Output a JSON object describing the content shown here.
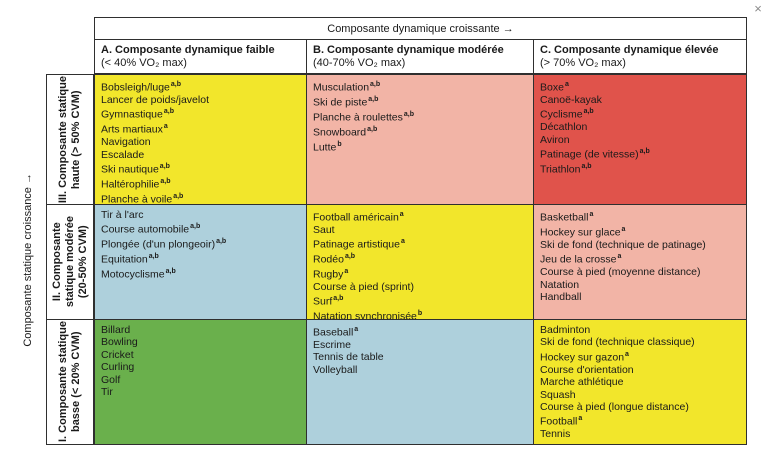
{
  "close_symbol": "×",
  "top_header": "Composante dynamique croissante →",
  "side_header": "Composante statique croissance →",
  "columns": [
    {
      "title": "A. Composante dynamique faible",
      "sub": "(< 40% VO₂ max)"
    },
    {
      "title": "B. Composante dynamique modérée",
      "sub": "(40-70% VO₂ max)"
    },
    {
      "title": "C. Composante dynamique élevée",
      "sub": "(> 70% VO₂ max)"
    }
  ],
  "rows": [
    {
      "title": "III. Composante statique",
      "sub": "haute (> 50% CVM)"
    },
    {
      "title": "II. Composante",
      "sub": "statique modérée",
      "sub2": "(20-50% CVM)"
    },
    {
      "title": "I. Composante statique",
      "sub": "basse (< 20% CVM)"
    }
  ],
  "colors": {
    "yellow": "#f2e62b",
    "pink": "#f2b4a6",
    "red": "#e0534b",
    "blue": "#aed0dc",
    "green": "#6ab04c"
  },
  "cells": {
    "r3a": [
      {
        "name": "Bobsleigh/luge",
        "sup": "a,b"
      },
      {
        "name": "Lancer de poids/javelot",
        "sup": ""
      },
      {
        "name": "Gymnastique",
        "sup": "a,b"
      },
      {
        "name": "Arts martiaux",
        "sup": "a"
      },
      {
        "name": "Navigation",
        "sup": ""
      },
      {
        "name": "Escalade",
        "sup": ""
      },
      {
        "name": "Ski nautique",
        "sup": "a,b"
      },
      {
        "name": "Haltérophilie",
        "sup": "a,b"
      },
      {
        "name": "Planche à voile",
        "sup": "a,b"
      }
    ],
    "r3b": [
      {
        "name": "Musculation",
        "sup": "a,b"
      },
      {
        "name": "Ski de piste",
        "sup": "a,b"
      },
      {
        "name": "Planche à roulettes",
        "sup": "a,b"
      },
      {
        "name": "Snowboard",
        "sup": "a,b"
      },
      {
        "name": "Lutte",
        "sup": "b"
      }
    ],
    "r3c": [
      {
        "name": "Boxe",
        "sup": "a"
      },
      {
        "name": "Canoë-kayak",
        "sup": ""
      },
      {
        "name": "Cyclisme",
        "sup": "a,b"
      },
      {
        "name": "Décathlon",
        "sup": ""
      },
      {
        "name": "Aviron",
        "sup": ""
      },
      {
        "name": "Patinage (de vitesse)",
        "sup": "a,b"
      },
      {
        "name": "Triathlon",
        "sup": "a,b"
      }
    ],
    "r2a": [
      {
        "name": "Tir à l'arc",
        "sup": ""
      },
      {
        "name": "Course automobile",
        "sup": "a,b"
      },
      {
        "name": "Plongée (d'un plongeoir)",
        "sup": "a,b"
      },
      {
        "name": "Equitation",
        "sup": "a,b"
      },
      {
        "name": "Motocyclisme",
        "sup": "a,b"
      }
    ],
    "r2b": [
      {
        "name": "Football américain",
        "sup": "a"
      },
      {
        "name": "Saut",
        "sup": ""
      },
      {
        "name": "Patinage artistique",
        "sup": "a"
      },
      {
        "name": "Rodéo",
        "sup": "a,b"
      },
      {
        "name": "Rugby",
        "sup": "a"
      },
      {
        "name": "Course à pied (sprint)",
        "sup": ""
      },
      {
        "name": "Surf",
        "sup": "a,b"
      },
      {
        "name": "Natation synchronisée",
        "sup": "b"
      }
    ],
    "r2c": [
      {
        "name": "Basketball",
        "sup": "a"
      },
      {
        "name": "Hockey sur glace",
        "sup": "a"
      },
      {
        "name": "Ski de fond (technique de patinage)",
        "sup": ""
      },
      {
        "name": "Jeu de la crosse",
        "sup": "a"
      },
      {
        "name": "Course à pied (moyenne distance)",
        "sup": ""
      },
      {
        "name": "Natation",
        "sup": ""
      },
      {
        "name": "Handball",
        "sup": ""
      }
    ],
    "r1a": [
      {
        "name": "Billard",
        "sup": ""
      },
      {
        "name": "Bowling",
        "sup": ""
      },
      {
        "name": "Cricket",
        "sup": ""
      },
      {
        "name": "Curling",
        "sup": ""
      },
      {
        "name": "Golf",
        "sup": ""
      },
      {
        "name": "Tir",
        "sup": ""
      }
    ],
    "r1b": [
      {
        "name": "Baseball",
        "sup": "a"
      },
      {
        "name": "Escrime",
        "sup": ""
      },
      {
        "name": "Tennis de table",
        "sup": ""
      },
      {
        "name": "Volleyball",
        "sup": ""
      }
    ],
    "r1c": [
      {
        "name": "Badminton",
        "sup": ""
      },
      {
        "name": "Ski de fond (technique classique)",
        "sup": ""
      },
      {
        "name": "Hockey sur gazon",
        "sup": "a"
      },
      {
        "name": "Course d'orientation",
        "sup": ""
      },
      {
        "name": "Marche athlétique",
        "sup": ""
      },
      {
        "name": "Squash",
        "sup": ""
      },
      {
        "name": "Course à pied (longue distance)",
        "sup": ""
      },
      {
        "name": "Football",
        "sup": "a"
      },
      {
        "name": "Tennis",
        "sup": ""
      }
    ]
  }
}
